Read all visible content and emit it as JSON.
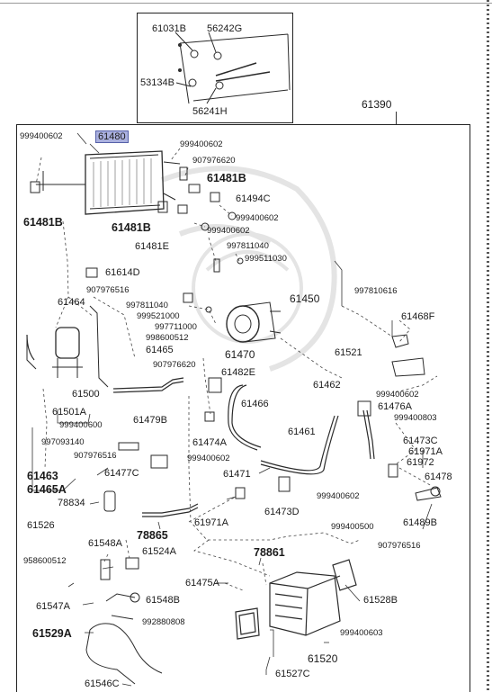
{
  "diagram": {
    "highlight_color": "#aab0de",
    "inset": {
      "labels": {
        "p61031B": "61031B",
        "p56242G": "56242G",
        "p53134B": "53134B",
        "p56241H": "56241H"
      }
    },
    "assembly_label": "61390",
    "labels": {
      "p61480": "61480",
      "p999400602_a": "999400602",
      "p999400602_b": "999400602",
      "p907976620_a": "907976620",
      "p61481B_a": "61481B",
      "p61481B_b": "61481B",
      "p61481B_c": "61481B",
      "p61494C": "61494C",
      "p999400602_c": "999400602",
      "p61481E": "61481E",
      "p999400602_d": "999400602",
      "p997811040_a": "997811040",
      "p999511030": "999511030",
      "p61614D": "61614D",
      "p907976516_a": "907976516",
      "p61464": "61464",
      "p997811040_b": "997811040",
      "p999521000": "999521000",
      "p61450": "61450",
      "p997810616": "997810616",
      "p61468F": "61468F",
      "p997711000": "997711000",
      "p998600512": "998600512",
      "p61465": "61465",
      "p61470": "61470",
      "p907976620_b": "907976620",
      "p61482E": "61482E",
      "p61521": "61521",
      "p61462": "61462",
      "p999400602_e": "999400602",
      "p61476A": "61476A",
      "p999400803": "999400803",
      "p61500": "61500",
      "p61501A": "61501A",
      "p999400600": "999400600",
      "p61479B": "61479B",
      "p61466": "61466",
      "p61461": "61461",
      "p61473C": "61473C",
      "p61971A_a": "61971A",
      "p61972": "61972",
      "p997093140": "997093140",
      "p907976516_b": "907976516",
      "p61474A": "61474A",
      "p999400602_f": "999400602",
      "p61478": "61478",
      "p61463": "61463",
      "p61465A": "61465A",
      "p61477C": "61477C",
      "p61471": "61471",
      "p999400602_g": "999400602",
      "p78834": "78834",
      "p61473D": "61473D",
      "p999400500": "999400500",
      "p61489B": "61489B",
      "p61526": "61526",
      "p61971A_b": "61971A",
      "p78865": "78865",
      "p907976516_c": "907976516",
      "p61548A": "61548A",
      "p61524A": "61524A",
      "p78861": "78861",
      "p958600512": "958600512",
      "p61475A": "61475A",
      "p61547A": "61547A",
      "p61548B": "61548B",
      "p61528B": "61528B",
      "p992880808": "992880808",
      "p61529A": "61529A",
      "p999400603": "999400603",
      "p61520": "61520",
      "p61527C": "61527C",
      "p61546C": "61546C"
    }
  }
}
